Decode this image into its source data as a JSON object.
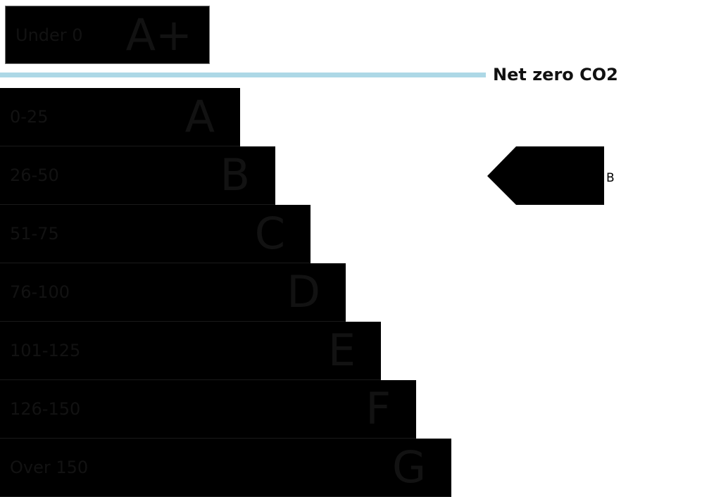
{
  "net_zero": {
    "label": "Net zero CO2",
    "line_color": "#add8e6"
  },
  "bands": [
    {
      "range": "Under 0",
      "letter": "A+"
    },
    {
      "range": "0-25",
      "letter": "A"
    },
    {
      "range": "26-50",
      "letter": "B"
    },
    {
      "range": "51-75",
      "letter": "C"
    },
    {
      "range": "76-100",
      "letter": "D"
    },
    {
      "range": "101-125",
      "letter": "E"
    },
    {
      "range": "126-150",
      "letter": "F"
    },
    {
      "range": "Over 150",
      "letter": "G"
    }
  ],
  "current_rating": {
    "letter": "B"
  },
  "colors": {
    "band_fill": "#000000",
    "band_text": "#121212"
  }
}
